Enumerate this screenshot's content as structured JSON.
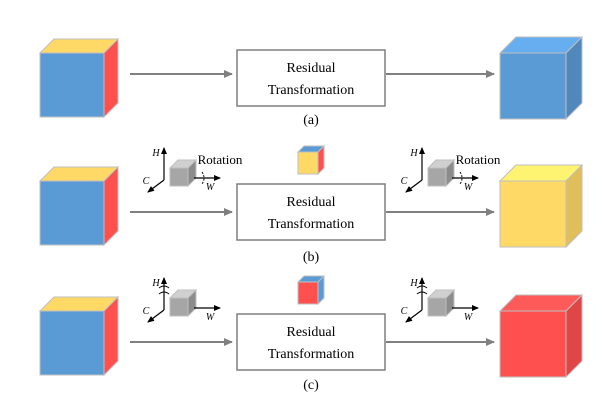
{
  "colors": {
    "blue": "#5b9bd5",
    "yellow": "#ffd966",
    "red": "#ff5050",
    "gray": "#a6a6a6",
    "arrow": "#808080"
  },
  "rows": [
    {
      "id": "a",
      "caption": "(a)",
      "box_line1": "Residual",
      "box_line2": "Transformation",
      "output_color": "blue",
      "small_cube": null,
      "left_axes": null,
      "right_axes": null
    },
    {
      "id": "b",
      "caption": "(b)",
      "box_line1": "Residual",
      "box_line2": "Transformation",
      "output_color": "yellow",
      "small_cube": "yellow",
      "left_axes": {
        "h": "H",
        "c": "C",
        "w": "W",
        "text": "Rotation"
      },
      "right_axes": {
        "h": "H",
        "c": "C",
        "w": "W",
        "text": "Rotation"
      }
    },
    {
      "id": "c",
      "caption": "(c)",
      "box_line1": "Residual",
      "box_line2": "Transformation",
      "output_color": "red",
      "small_cube": "red",
      "left_axes": {
        "h": "H",
        "c": "C",
        "w": "W",
        "text": ""
      },
      "right_axes": {
        "h": "H",
        "c": "C",
        "w": "W",
        "text": ""
      }
    }
  ]
}
